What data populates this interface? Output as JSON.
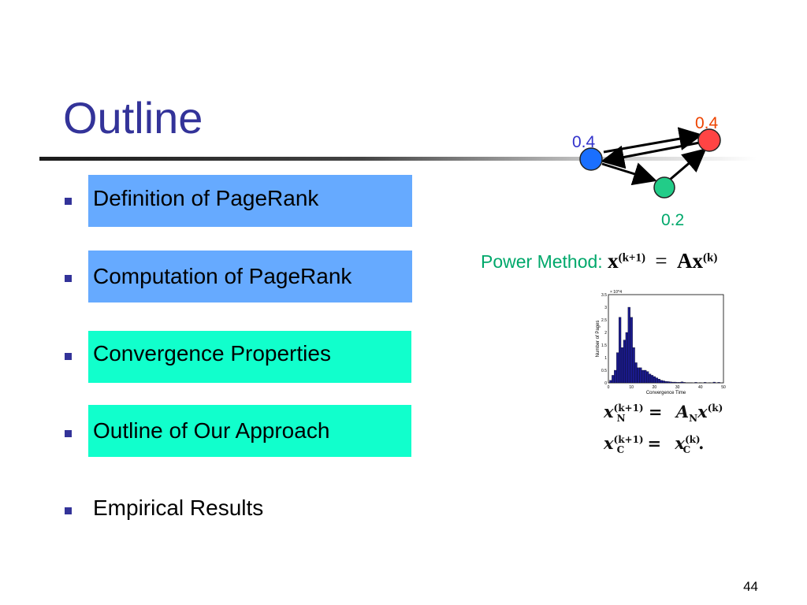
{
  "slide": {
    "title": "Outline",
    "page_number": "44",
    "accent": "#333399"
  },
  "items": [
    {
      "label": "Definition of PageRank",
      "highlight": "#66aaff"
    },
    {
      "label": "Computation of PageRank",
      "highlight": "#66aaff"
    },
    {
      "label": "Convergence Properties",
      "highlight": "#11ffcc"
    },
    {
      "label": "Outline of Our Approach",
      "highlight": "#11ffcc"
    },
    {
      "label": "Empirical Results",
      "highlight": ""
    }
  ],
  "graph": {
    "nodes": [
      {
        "label": "0.4",
        "color": "#1a6fff",
        "label_color": "#3333cc"
      },
      {
        "label": "0.4",
        "color": "#ff4444",
        "label_color": "#ee4400"
      },
      {
        "label": "0.2",
        "color": "#22cc88",
        "label_color": "#00a86b"
      }
    ]
  },
  "power_method": {
    "label": "Power Method:",
    "lhs": "x",
    "lhs_sup": "(k+1)",
    "eq": "=",
    "rhs": "Ax",
    "rhs_sup": "(k)"
  },
  "chart_data": {
    "type": "bar",
    "title": "",
    "xlabel": "Convergence Time",
    "ylabel": "Number of Pages",
    "y_multiplier": "× 10^4",
    "xlim": [
      0,
      50
    ],
    "ylim": [
      0,
      3.5
    ],
    "xticks": [
      "0",
      "10",
      "20",
      "30",
      "40",
      "50"
    ],
    "yticks": [
      "0",
      "0.5",
      "1",
      "1.5",
      "2",
      "2.5",
      "3",
      "3.5"
    ],
    "x": [
      1,
      2,
      3,
      4,
      5,
      6,
      7,
      8,
      9,
      10,
      11,
      12,
      13,
      14,
      15,
      16,
      17,
      18,
      19,
      20,
      21,
      22,
      23,
      24,
      25,
      26,
      27,
      28,
      29,
      30,
      31,
      32,
      33,
      34,
      35,
      36,
      38,
      40,
      42,
      44,
      46,
      48
    ],
    "values": [
      0.1,
      0.3,
      0.5,
      1.2,
      2.6,
      1.4,
      1.7,
      2.0,
      3.0,
      2.6,
      1.4,
      0.8,
      0.6,
      0.6,
      0.5,
      0.5,
      0.45,
      0.35,
      0.3,
      0.25,
      0.2,
      0.15,
      0.1,
      0.08,
      0.06,
      0.05,
      0.04,
      0.03,
      0.03,
      0.02,
      0.02,
      0.04,
      0.02,
      0.01,
      0.01,
      0.01,
      0.02,
      0.01,
      0.02,
      0.01,
      0.03,
      0.02
    ]
  },
  "equations": [
    {
      "var": "x",
      "sub": "N",
      "sup": "(k+1)",
      "eq": "=",
      "rhs": "A",
      "rhs_sub": "N",
      "rhs_var": "x",
      "rhs_sup": "(k)",
      "tail": ""
    },
    {
      "var": "x",
      "sub": "C",
      "sup": "(k+1)",
      "eq": "=",
      "rhs": "",
      "rhs_sub": "",
      "rhs_var": "x",
      "rhs_sup": "(k)",
      "rhs_var_sub": "C",
      "tail": "."
    }
  ]
}
